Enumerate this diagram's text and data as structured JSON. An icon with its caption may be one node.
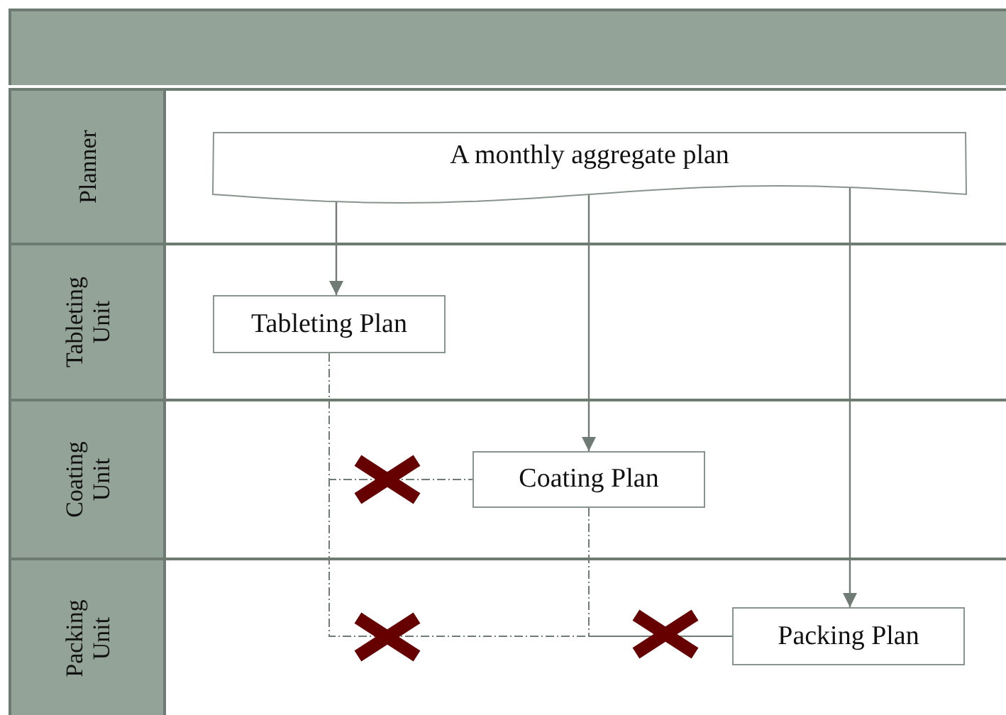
{
  "diagram": {
    "nodes": [
      {
        "text": [
          "Planner"
        ]
      },
      {
        "text": [
          "A monthly aggregate plan"
        ],
        "in": 0
      },
      {
        "text": [
          "Tableting Unit"
        ]
      },
      {
        "text": [
          "Tableting Plan"
        ],
        "in": 2
      },
      {
        "text": [
          "Coating Unit"
        ]
      },
      {
        "text": [
          "Coating Plan"
        ],
        "in": 4
      },
      {
        "text": [
          "Packing Unit"
        ]
      },
      {
        "text": [
          "Packing Plan"
        ],
        "in": 6
      }
    ],
    "edges": [
      {
        "from": 1,
        "to": 3,
        "arrow": "to"
      },
      {
        "from": 1,
        "to": 5,
        "arrow": "to"
      },
      {
        "from": 1,
        "to": 7,
        "arrow": "to"
      },
      {
        "from": 3,
        "to": 5,
        "arrow": "none",
        "style": "dashed"
      },
      {
        "from": 3,
        "to": 7,
        "arrow": "none",
        "style": "dashed"
      },
      {
        "from": 5,
        "to": 7,
        "arrow": "none",
        "style": "dashed"
      }
    ]
  }
}
